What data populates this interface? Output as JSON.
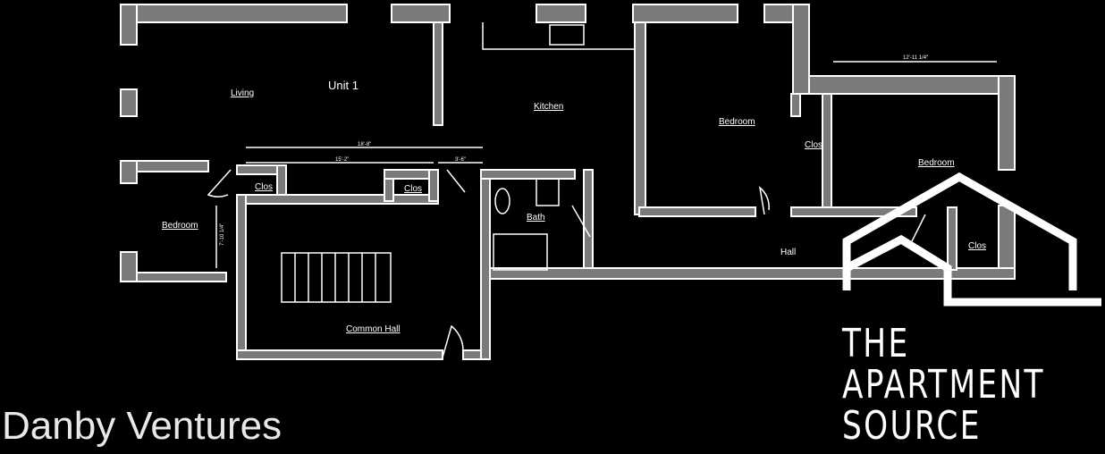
{
  "plan": {
    "unit_label": "Unit 1",
    "rooms": {
      "living": "Living",
      "kitchen": "Kitchen",
      "bedroom_main": "Bedroom",
      "bedroom_right": "Bedroom",
      "bedroom_left": "Bedroom",
      "clos_1": "Clos",
      "clos_2": "Clos",
      "clos_3": "Clos",
      "clos_4": "Clos",
      "bath": "Bath",
      "hall": "Hall",
      "common_hall": "Common Hall"
    },
    "dimensions": {
      "d1": "18'-8\"",
      "d2": "15'-2\"",
      "d3": "3'-6\"",
      "d4": "12'-11 1/4\"",
      "d5": "7'-10 1/4\""
    }
  },
  "watermark": "Danby Ventures",
  "logo": {
    "lines": [
      "THE",
      "APARTMENT",
      "SOURCE"
    ],
    "color": "#ffffff"
  }
}
